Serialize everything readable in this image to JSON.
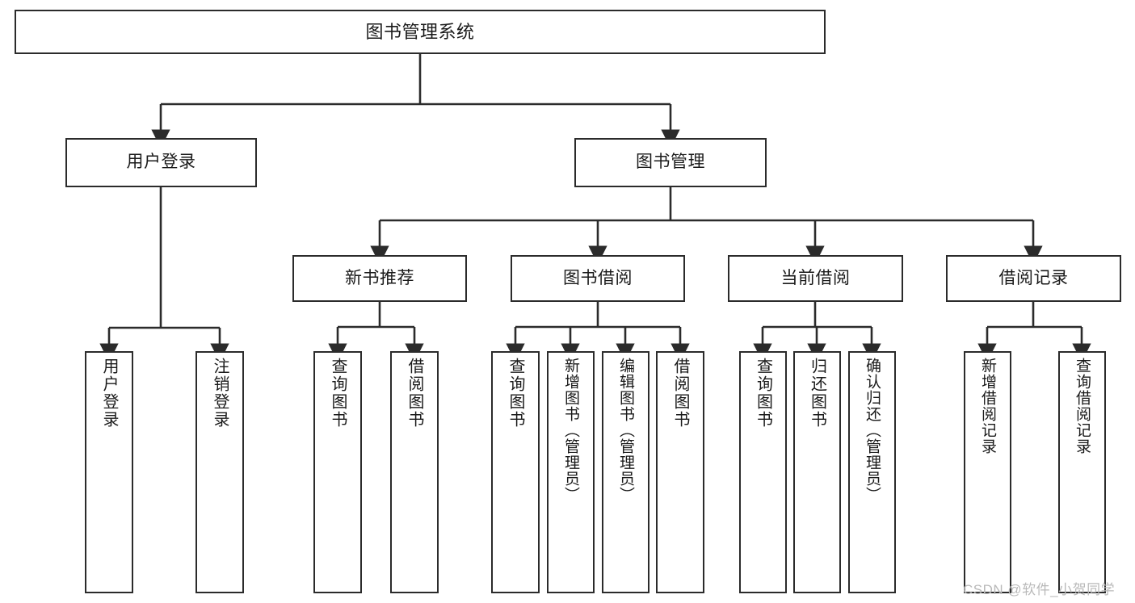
{
  "diagram": {
    "title": "图书管理系统",
    "type": "tree-hierarchy",
    "orientation": "top-down",
    "colors": {
      "box_border": "#2b2b2b",
      "box_fill": "#ffffff",
      "edge": "#2b2b2b",
      "text": "#1a1a1a",
      "watermark": "#b9b9b9",
      "background": "#ffffff"
    }
  },
  "nodes": {
    "root": {
      "label": "图书管理系统"
    },
    "level2": [
      {
        "label": "用户登录"
      },
      {
        "label": "图书管理"
      }
    ],
    "level3": [
      {
        "label": "新书推荐"
      },
      {
        "label": "图书借阅"
      },
      {
        "label": "当前借阅"
      },
      {
        "label": "借阅记录"
      }
    ],
    "leaves": {
      "user_login": [
        {
          "label": "用户登录"
        },
        {
          "label": "注销登录"
        }
      ],
      "new_book_recommend": [
        {
          "label": "查询图书"
        },
        {
          "label": "借阅图书"
        }
      ],
      "book_borrow": [
        {
          "label": "查询图书"
        },
        {
          "label": "新增图书（管理员）"
        },
        {
          "label": "编辑图书（管理员）"
        },
        {
          "label": "借阅图书"
        }
      ],
      "current_borrow": [
        {
          "label": "查询图书"
        },
        {
          "label": "归还图书"
        },
        {
          "label": "确认归还（管理员）"
        }
      ],
      "borrow_record": [
        {
          "label": "新增借阅记录"
        },
        {
          "label": "查询借阅记录"
        }
      ]
    }
  },
  "watermark": {
    "text": "CSDN @软件_小贺同学"
  }
}
